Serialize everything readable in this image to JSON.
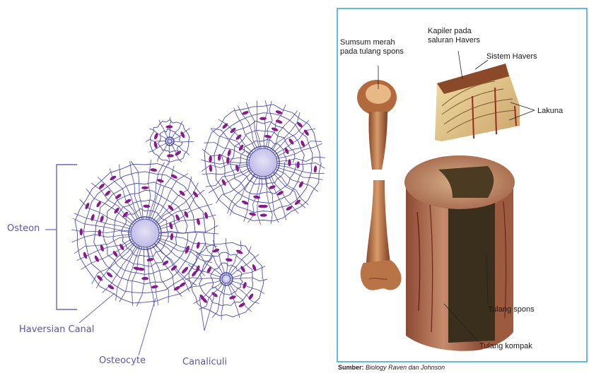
{
  "left_figure": {
    "labels": {
      "osteon": "Osteon",
      "haversian_canal": "Haversian Canal",
      "osteocyte": "Osteocyte",
      "canaliculi": "Canaliculi"
    }
  },
  "right_figure": {
    "labels": {
      "marrow_l1": "Sumsum merah",
      "marrow_l2": "pada tulang spons",
      "capillary_l1": "Kapiler pada",
      "capillary_l2": "saluran Havers",
      "havers_system": "Sistem Havers",
      "lacuna": "Lakuna",
      "spongy_bone": "Tulang spons",
      "compact_bone": "Tulang kompak"
    },
    "source": {
      "prefix": "Sumber:",
      "title": "Biology",
      "authors": "Raven dan Johnson"
    }
  },
  "colors": {
    "osteon_line": "#4b4aa6",
    "osteocyte": "#8a1a8a",
    "canal_fill": "#d6d3ee",
    "frame": "#2aa9c9",
    "bone": "#b5734a",
    "compact": "#a8664a"
  }
}
